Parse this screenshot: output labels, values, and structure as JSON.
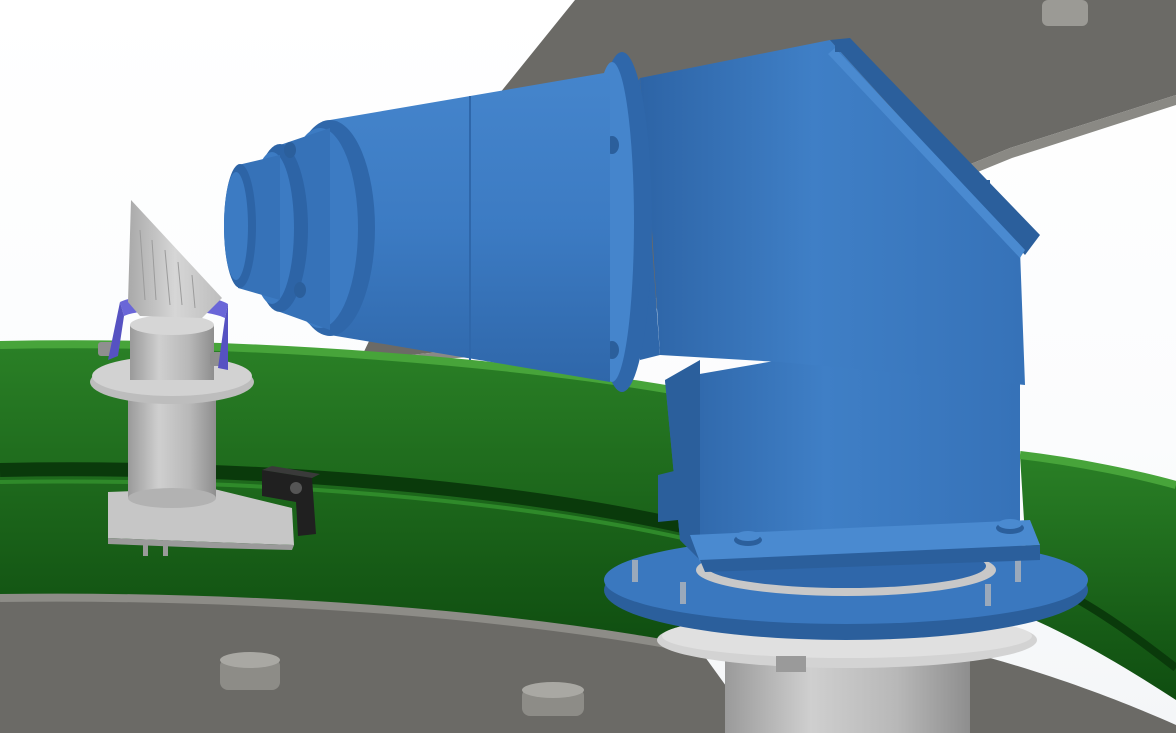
{
  "scene": {
    "view": "3d-cad-render",
    "colors": {
      "background": "#ffffff",
      "ring_green": "#1f6e1f",
      "ring_green_dark": "#0f4a10",
      "ring_green_light": "#2f8a2a",
      "gray_plate": "#6b6a66",
      "gray_plate_dark": "#5a5955",
      "gearbox_blue": "#3a78bf",
      "gearbox_blue_dark": "#2b5f9c",
      "gearbox_blue_light": "#4a8ad0",
      "steel_light": "#c9c9c9",
      "steel_mid": "#a8a8a8",
      "steel_dark": "#8a8a8a",
      "clamp_purple": "#6a66d8",
      "latch_black": "#202020"
    },
    "components": [
      {
        "name": "upper-gray-plate"
      },
      {
        "name": "green-ring-track"
      },
      {
        "name": "lower-gray-platform"
      },
      {
        "name": "blue-angle-gearbox"
      },
      {
        "name": "gray-shaft-column"
      },
      {
        "name": "sensor-post-assembly"
      },
      {
        "name": "diagonal-blade"
      },
      {
        "name": "black-latch"
      }
    ]
  }
}
